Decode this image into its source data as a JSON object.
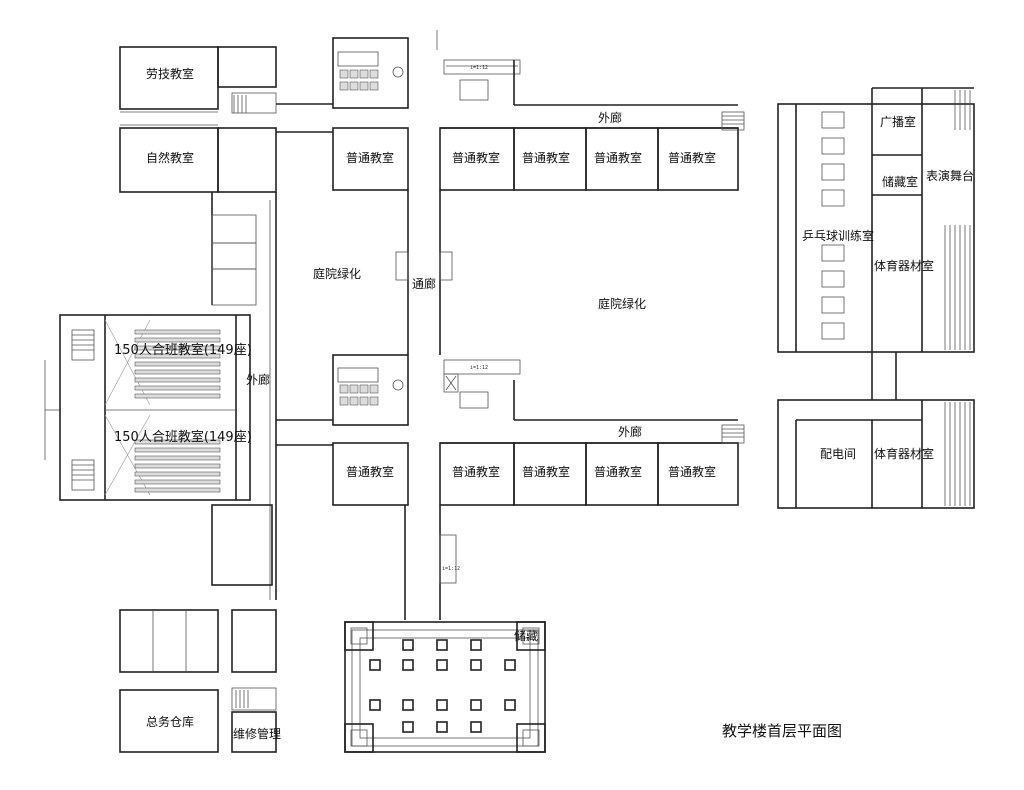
{
  "title": "教学楼首层平面图",
  "rooms": {
    "labor": "劳技教室",
    "nature": "自然教室",
    "lecture_upper": "150人合班教室(149座)",
    "lecture_lower": "150人合班教室(149座)",
    "corridor_west": "外廊",
    "warehouse": "总务仓库",
    "repair": "维修管理",
    "classroom_nw": "普通教室",
    "classroom_n1": "普通教室",
    "classroom_n2": "普通教室",
    "classroom_n3": "普通教室",
    "classroom_n4": "普通教室",
    "classroom_sw": "普通教室",
    "classroom_s1": "普通教室",
    "classroom_s2": "普通教室",
    "classroom_s3": "普通教室",
    "classroom_s4": "普通教室",
    "corridor_north": "外廊",
    "corridor_south": "外廊",
    "courtyard_west": "庭院绿化",
    "courtyard_east": "庭院绿化",
    "passage": "通廊",
    "storage_south": "储藏",
    "broadcast": "广播室",
    "storage_east": "储藏室",
    "stage": "表演舞台",
    "pingpong": "乒乓球训练室",
    "sports_eq_upper": "体育器材室",
    "sports_eq_lower": "体育器材室",
    "power": "配电间"
  },
  "ramps": {
    "north": "i=1:12",
    "middle": "i=1:12",
    "south": "i=1:12"
  }
}
